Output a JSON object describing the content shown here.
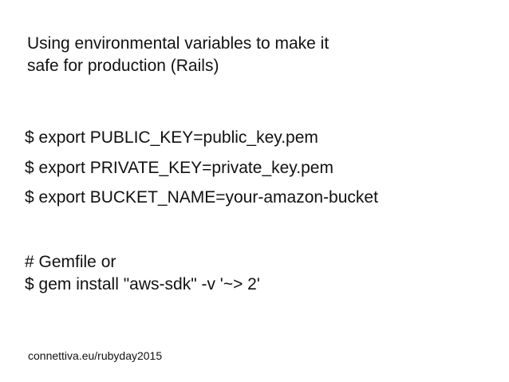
{
  "slide": {
    "title_line1": "Using environmental variables to make it",
    "title_line2": "safe for production (Rails)",
    "commands": [
      "$ export PUBLIC_KEY=public_key.pem",
      "$ export PRIVATE_KEY=private_key.pem",
      "$ export BUCKET_NAME=your-amazon-bucket"
    ],
    "gem_comment": "# Gemfile or",
    "gem_install": "$ gem install \"aws-sdk\" -v '~> 2'",
    "footer_link": "connettiva.eu/rubyday2015"
  }
}
